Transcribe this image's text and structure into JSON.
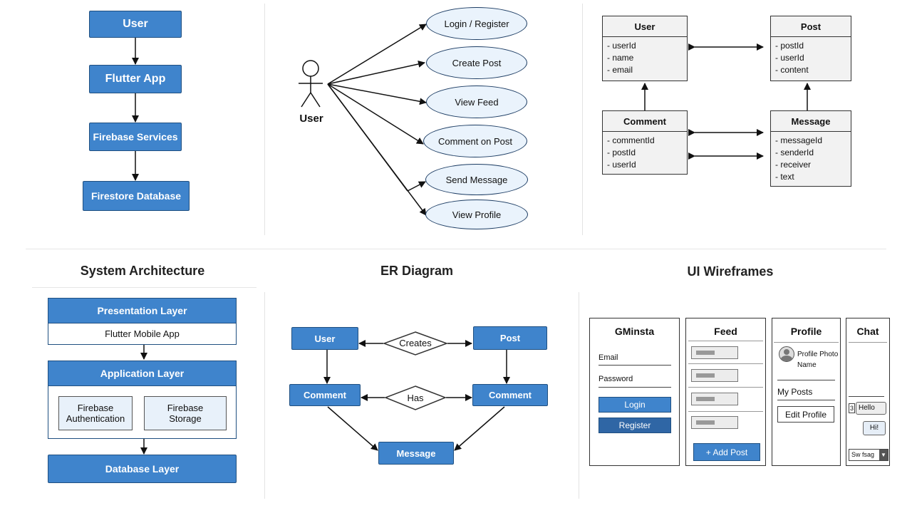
{
  "flow": {
    "user": "User",
    "flutter_app": "Flutter App",
    "firebase_services": "Firebase Services",
    "firestore_database": "Firestore Database"
  },
  "use_case": {
    "actor": "User",
    "cases": [
      "Login / Register",
      "Create Post",
      "View Feed",
      "Comment on Post",
      "Send Message",
      "View Profile"
    ]
  },
  "classes": {
    "user": {
      "name": "User",
      "fields": [
        "- userId",
        "- name",
        "- email"
      ]
    },
    "post": {
      "name": "Post",
      "fields": [
        "- postId",
        "- userId",
        "- content"
      ]
    },
    "comment": {
      "name": "Comment",
      "fields": [
        "- commentId",
        "- postId",
        "- userId"
      ]
    },
    "message": {
      "name": "Message",
      "fields": [
        "- messageId",
        "- senderId",
        "- receiver",
        "- text"
      ]
    }
  },
  "titles": {
    "system_architecture": "System Architecture",
    "er_diagram": "ER Diagram",
    "ui_wireframes": "UI Wireframes"
  },
  "architecture": {
    "presentation": "Presentation Layer",
    "flutter_mobile_app": "Flutter Mobile App",
    "application": "Application Layer",
    "auth": [
      "Firebase",
      "Authentication"
    ],
    "storage": [
      "Firebase",
      "Storage"
    ],
    "database": "Database Layer"
  },
  "er": {
    "user": "User",
    "post": "Post",
    "creates": "Creates",
    "comment_left": "Comment",
    "comment_right": "Comment",
    "has": "Has",
    "message": "Message"
  },
  "wireframes": {
    "login": {
      "title": "GMinsta",
      "email": "Email",
      "password": "Password",
      "login": "Login",
      "register": "Register"
    },
    "feed": {
      "title": "Feed",
      "add_post": "+ Add Post"
    },
    "profile": {
      "title": "Profile",
      "photo": "Profile Photo",
      "name": "Name",
      "my_posts": "My Posts",
      "edit": "Edit Profile"
    },
    "chat": {
      "title": "Chat",
      "badge": "3",
      "hello": "Hello",
      "hi": "Hi!",
      "input": "Sw fsag"
    }
  },
  "colors": {
    "accent": "#3f84cc",
    "accent_border": "#1f4f80",
    "oval_fill": "#eaf3fc"
  }
}
